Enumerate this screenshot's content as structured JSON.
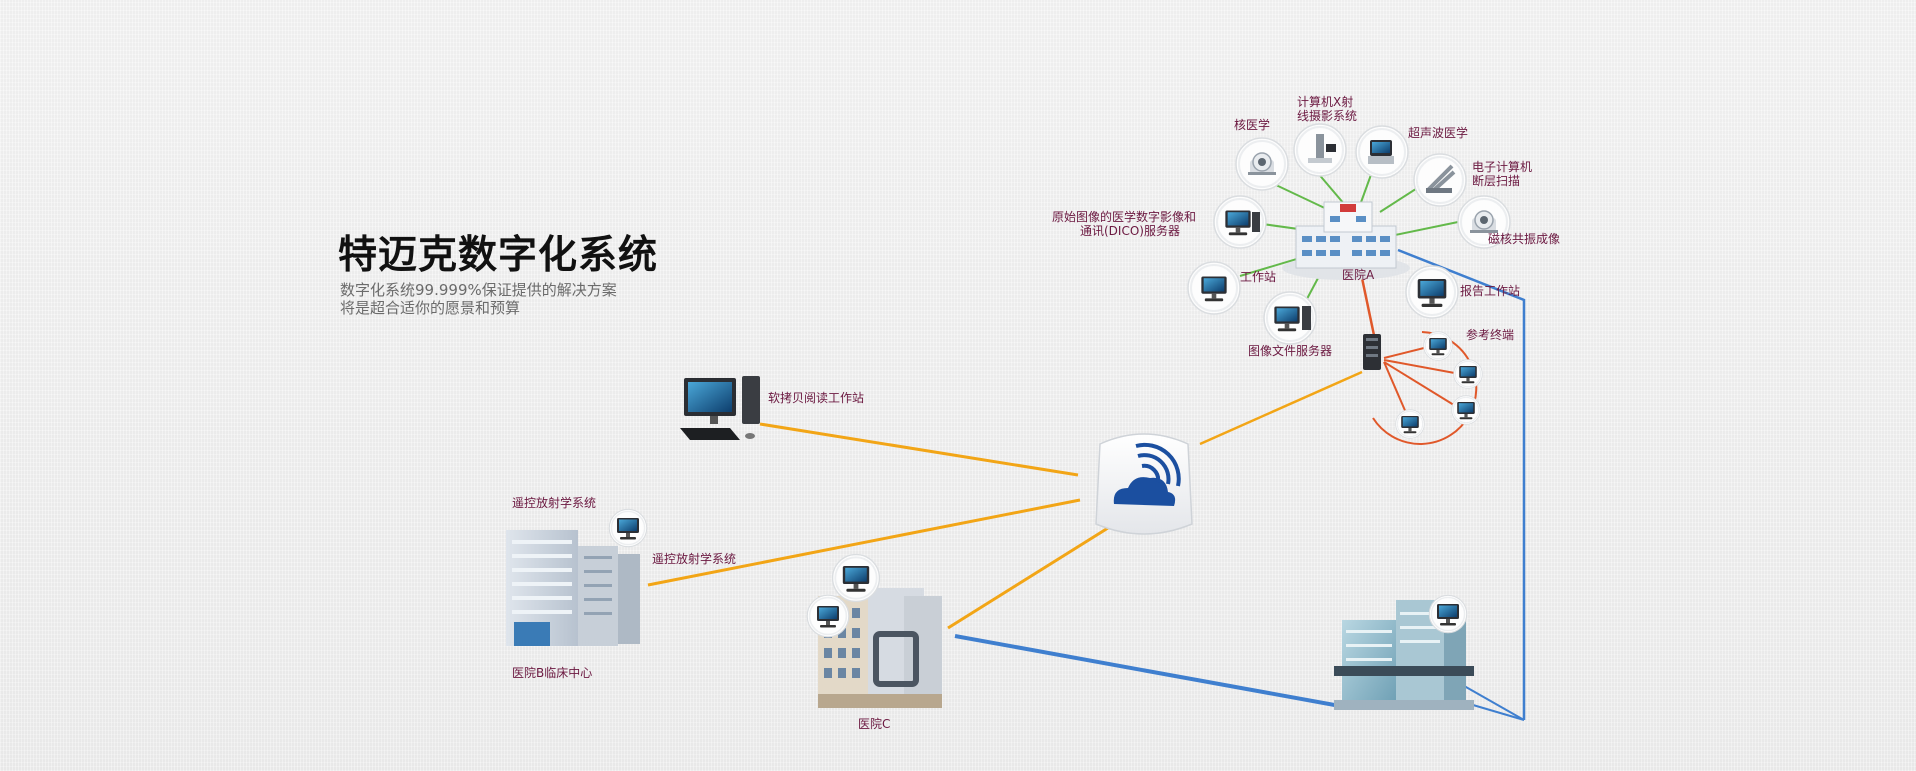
{
  "header": {
    "title": "特迈克数字化系统",
    "subtitle_line1": "数字化系统99.999%保证提供的解决方案",
    "subtitle_line2": "将是超合适你的愿景和预算"
  },
  "labels": {
    "nuclear": "核医学",
    "ct_xray_1": "计算机X射",
    "ct_xray_2": "线摄影系统",
    "ultrasound": "超声波医学",
    "ect_1": "电子计算机",
    "ect_2": "断层扫描",
    "dicom_1": "原始图像的医学数字影像和",
    "dicom_2": "通讯(DICO)服务器",
    "mri": "磁核共振成像",
    "workstation": "工作站",
    "hospital_a": "医院A",
    "report_ws": "报告工作站",
    "ref_terminal": "参考终端",
    "image_server": "图像文件服务器",
    "softcopy": "软拷贝阅读工作站",
    "remote_radiology_1": "遥控放射学系统",
    "remote_radiology_2": "遥控放射学系统",
    "hospital_b": "医院B临床中心",
    "hospital_c": "医院C"
  },
  "colors": {
    "orange_link": "#f2a516",
    "blue_link": "#3f7fcf",
    "green_link": "#63b94a",
    "red_link": "#e0582a",
    "cloud": "#1b4fa0"
  },
  "icons": [
    "cloud-wifi-icon",
    "monitor-icon",
    "hospital-building-icon",
    "server-rack-icon",
    "medical-scanner-icon"
  ]
}
